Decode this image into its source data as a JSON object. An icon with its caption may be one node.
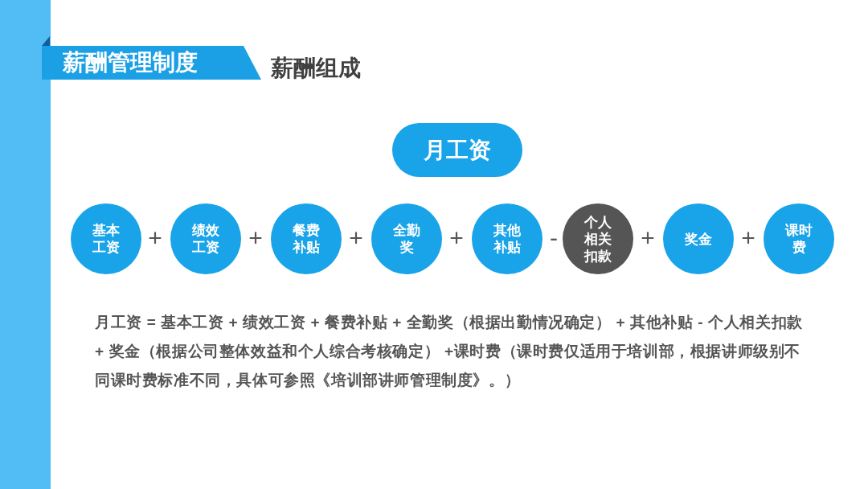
{
  "diagram": {
    "title": "薪酬管理制度",
    "nodes": [
      {
        "text": [
          "月工资"
        ]
      },
      {
        "text": [
          "基本工资"
        ]
      },
      {
        "text": [
          "绩效工资"
        ]
      },
      {
        "text": [
          "餐费补贴"
        ]
      },
      {
        "text": [
          "全勤奖"
        ]
      },
      {
        "text": [
          "其他补贴"
        ]
      },
      {
        "text": [
          "个人相关扣款"
        ]
      },
      {
        "text": [
          "奖金"
        ]
      },
      {
        "text": [
          "课时费"
        ]
      }
    ],
    "labels": [
      "薪酬组成",
      "+",
      "+",
      "+",
      "+",
      "-",
      "+",
      "+",
      "月工资 = 基本工资 + 绩效工资 + 餐费补贴 + 全勤奖（根据出勤情况确定） + 其他补贴 - 个人相关扣款 + 奖金（根据公司整体效益和个人综合考核确定） +课时费（课时费仅适用于培训部，根据讲师级别不同课时费标准不同，具体可参照《培训部讲师管理制度》。）"
    ]
  }
}
